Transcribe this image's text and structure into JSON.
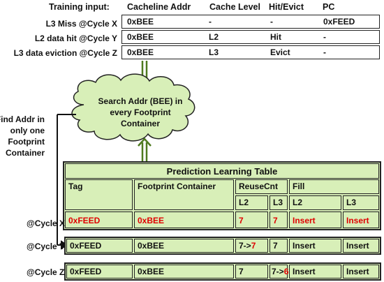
{
  "training": {
    "header_label": "Training input:",
    "columns": [
      "Cacheline Addr",
      "Cache Level",
      "Hit/Evict",
      "PC"
    ],
    "rows": [
      {
        "label": "L3 Miss @Cycle X",
        "addr": "0xBEE",
        "level": "-",
        "hit": "-",
        "pc": "0xFEED"
      },
      {
        "label": "L2 data hit @Cycle Y",
        "addr": "0xBEE",
        "level": "L2",
        "hit": "Hit",
        "pc": "-"
      },
      {
        "label": "L3 data eviction @Cycle Z",
        "addr": "0xBEE",
        "level": "L3",
        "hit": "Evict",
        "pc": "-"
      }
    ]
  },
  "cloud": {
    "line1": "Search Addr (BEE) in",
    "line2": "every Footprint",
    "line3": "Container"
  },
  "side_note": {
    "line1": "Find Addr in",
    "line2": "only one",
    "line3": "Footprint",
    "line4": "Container"
  },
  "plt": {
    "title": "Prediction Learning Table",
    "tag": "Tag",
    "footprint": "Footprint Container",
    "reusecnt": "ReuseCnt",
    "fill": "Fill",
    "l2": "L2",
    "l3": "L3"
  },
  "cycles": [
    {
      "label": "@Cycle X",
      "tag": "0xFEED",
      "fp": "0xBEE",
      "r2": "7",
      "r3": "7",
      "f2": "Insert",
      "f3": "Insert"
    },
    {
      "label": "@Cycle Y",
      "tag": "0xFEED",
      "fp": "0xBEE",
      "r2_old": "7->",
      "r2_new": "7",
      "r3": "7",
      "f2": "Insert",
      "f3": "Insert"
    },
    {
      "label": "@Cycle Z",
      "tag": "0xFEED",
      "fp": "0xBEE",
      "r2": "7",
      "r3_old": "7->",
      "r3_new": "6",
      "f2": "Insert",
      "f3": "Insert"
    }
  ],
  "colors": {
    "cell_fill": "#d8efb8",
    "arrow": "#4e7a1f",
    "highlight": "#e00000"
  }
}
